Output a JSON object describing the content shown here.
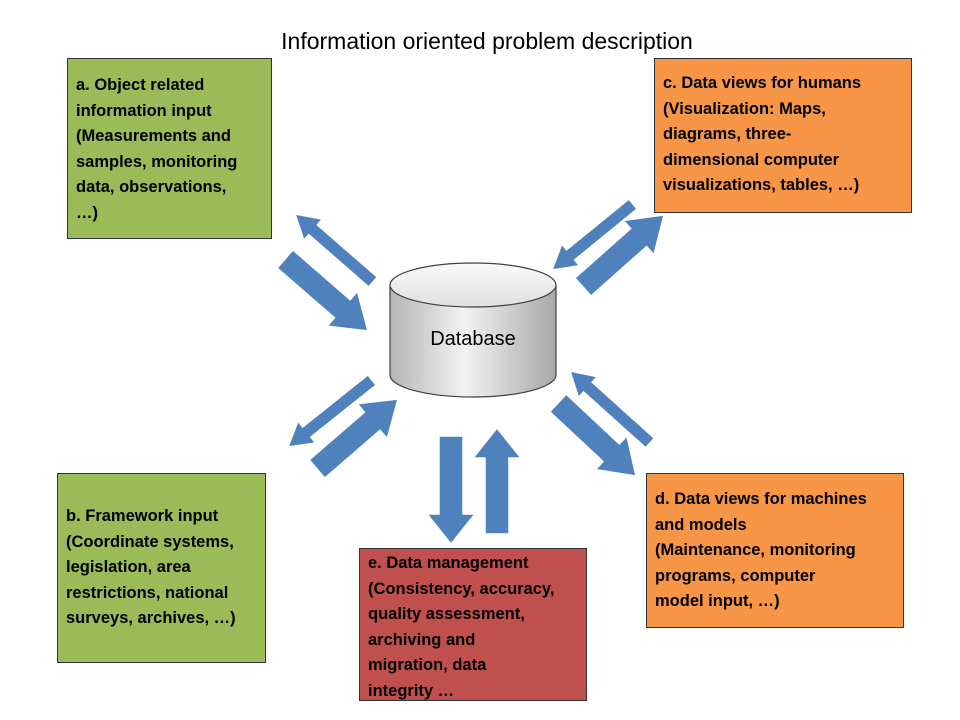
{
  "diagram": {
    "title": "Information oriented problem description",
    "center": {
      "label": "Database"
    },
    "boxes": {
      "a": {
        "text": "a. Object related\ninformation input\n(Measurements and\nsamples, monitoring\ndata, observations,\n…)",
        "color": "#9BBB59"
      },
      "b": {
        "text": "b. Framework input\n(Coordinate systems,\nlegislation, area\nrestrictions, national\nsurveys, archives, …)",
        "color": "#9BBB59"
      },
      "c": {
        "text": "c. Data views for humans\n(Visualization:  Maps,\ndiagrams, three-\ndimensional computer\nvisualizations, tables, …)",
        "color": "#F79646"
      },
      "d": {
        "text": "d. Data views for machines\nand models\n(Maintenance, monitoring\nprograms, computer\nmodel input, …)",
        "color": "#F79646"
      },
      "e": {
        "text": "e. Data management\n(Consistency, accuracy,\nquality assessment,\narchiving and\nmigration, data\nintegrity …",
        "color": "#C0504D"
      }
    },
    "arrow_color": "#4F81BD",
    "arrow_outline": "#FFFFFF"
  }
}
